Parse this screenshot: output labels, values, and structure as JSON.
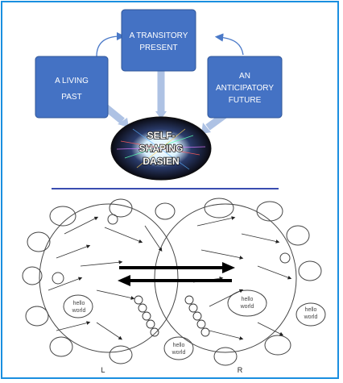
{
  "top_diagram": {
    "transitory": [
      "A TRANSITORY",
      "PRESENT"
    ],
    "living": [
      "A LIVING",
      "PAST"
    ],
    "anticipatory": [
      "AN",
      "ANTICIPATORY",
      "FUTURE"
    ],
    "center": [
      "SELF-",
      "SHAPING",
      "DASIEN"
    ],
    "colors": {
      "box": "#4472c4",
      "box_border": "#2f5597",
      "arrow": "#aec2e4",
      "divider": "#3a4db0"
    }
  },
  "brain_diagram": {
    "labels": [
      "hello",
      "world",
      "hello",
      "world",
      "hello",
      "world",
      "hello",
      "world"
    ],
    "left_label": "L",
    "right_label": "R"
  }
}
